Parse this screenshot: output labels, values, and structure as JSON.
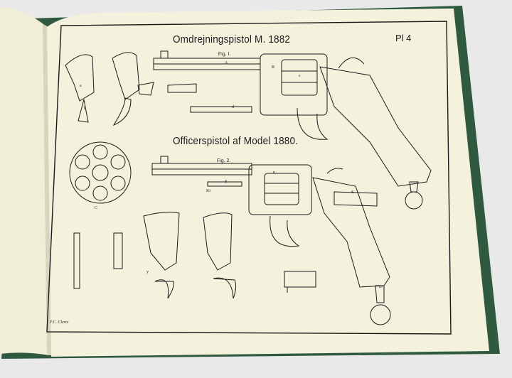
{
  "plate": {
    "title_1": "Omdrejningspistol M. 1882",
    "title_2": "Officerspistol af Model 1880.",
    "plate_number": "Pl 4",
    "figure_1_label": "Fig. I.",
    "figure_2_label": "Fig. 2.",
    "signature": "F.C. Clerte",
    "part_letters": [
      "a",
      "b",
      "c",
      "d",
      "A",
      "B",
      "C",
      "S",
      "m",
      "u",
      "g",
      "Kt",
      "y"
    ]
  },
  "colors": {
    "background": "#e9e9e9",
    "book_cover": "#2f5a3f",
    "page": "#f4f1dd",
    "ink": "#1b1b1b"
  }
}
